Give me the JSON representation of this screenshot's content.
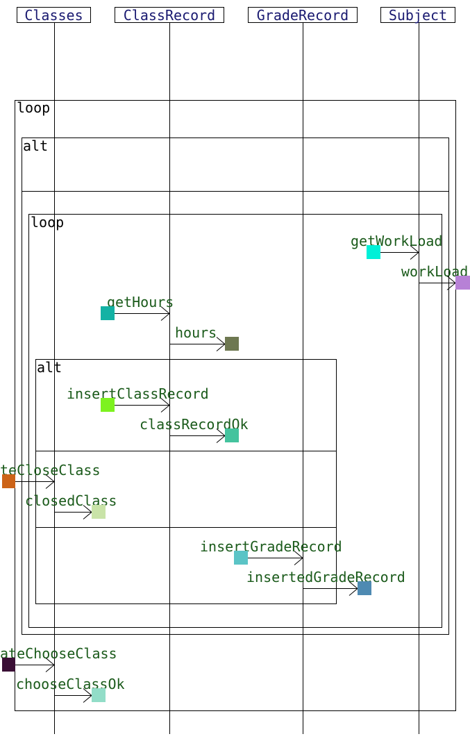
{
  "participants": [
    {
      "id": "classes",
      "label": "Classes"
    },
    {
      "id": "classrecord",
      "label": "ClassRecord"
    },
    {
      "id": "graderecord",
      "label": "GradeRecord"
    },
    {
      "id": "subject",
      "label": "Subject"
    }
  ],
  "fragments": [
    {
      "id": "loop-outer",
      "operator": "loop"
    },
    {
      "id": "alt-outer",
      "operator": "alt"
    },
    {
      "id": "loop-inner",
      "operator": "loop"
    },
    {
      "id": "alt-inner",
      "operator": "alt"
    }
  ],
  "messages": [
    {
      "id": "getworkload",
      "label": "getWorkLoad",
      "marker_color": "#00f0d8"
    },
    {
      "id": "workload",
      "label": "workLoad",
      "marker_color": "#b781d6"
    },
    {
      "id": "gethours",
      "label": "getHours",
      "marker_color": "#13b2a4"
    },
    {
      "id": "hours",
      "label": "hours",
      "marker_color": "#6e7851"
    },
    {
      "id": "insertclassrecord",
      "label": "insertClassRecord",
      "marker_color": "#7df21f"
    },
    {
      "id": "classrecordok",
      "label": "classRecordOk",
      "marker_color": "#44c39e"
    },
    {
      "id": "validateclosecl",
      "label": "teCloseClass",
      "marker_color": "#cc6318"
    },
    {
      "id": "closedclass",
      "label": "closedClass",
      "marker_color": "#c9e3a8"
    },
    {
      "id": "insertgraderecord",
      "label": "insertGradeRecord",
      "marker_color": "#5bc4c6"
    },
    {
      "id": "insertedgraderecord",
      "label": "insertedGradeRecord",
      "marker_color": "#4e8ab2"
    },
    {
      "id": "validatechoose",
      "label": "ateChooseClass",
      "marker_color": "#3a0f35"
    },
    {
      "id": "chooseclassok",
      "label": "chooseClassOk",
      "marker_color": "#92ddc8"
    }
  ]
}
